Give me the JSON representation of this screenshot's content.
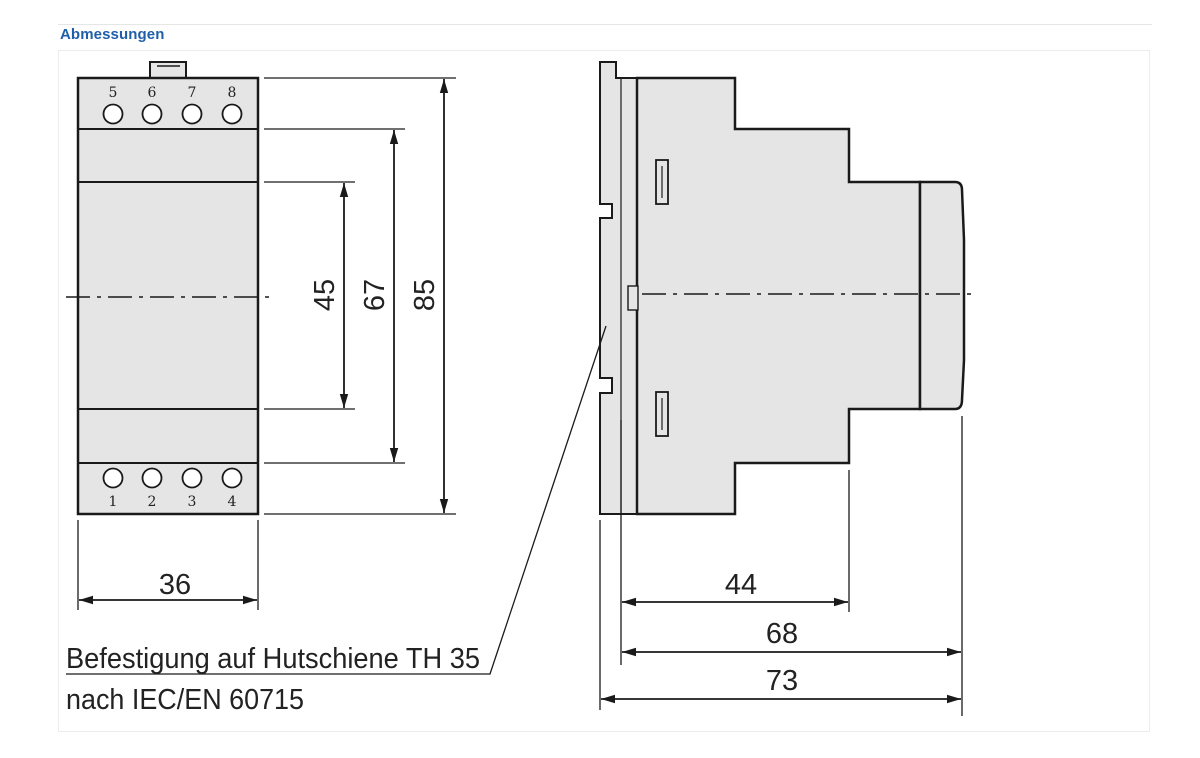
{
  "header": {
    "title": "Abmessungen"
  },
  "drawing": {
    "terminals_top": [
      "5",
      "6",
      "7",
      "8"
    ],
    "terminals_bottom": [
      "1",
      "2",
      "3",
      "4"
    ],
    "dimensions": {
      "height_45": "45",
      "height_67": "67",
      "height_85": "85",
      "width_36": "36",
      "depth_44": "44",
      "depth_68": "68",
      "depth_73": "73"
    },
    "caption": {
      "line1": "Befestigung auf Hutschiene TH 35",
      "line2": "nach IEC/EN 60715"
    },
    "colors": {
      "housing": "#e5e5e5",
      "line": "#1a1a1a",
      "title": "#1f5fa8"
    }
  }
}
